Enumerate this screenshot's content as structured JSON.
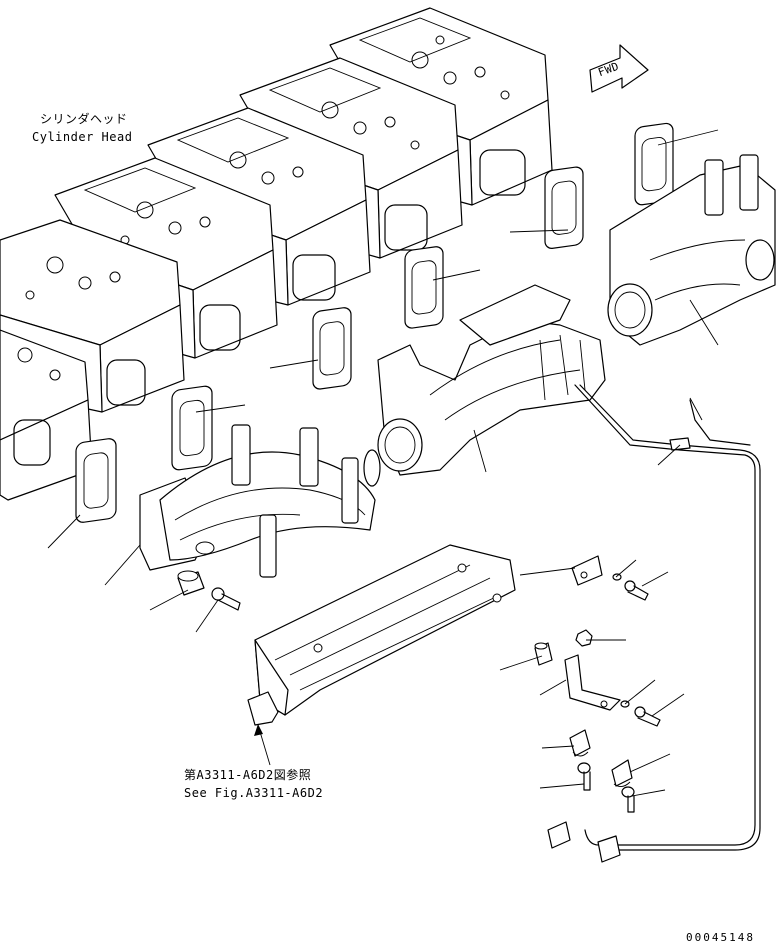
{
  "callouts": {
    "cylinder_head_jp": "シリンダヘッド",
    "cylinder_head_en": "Cylinder Head",
    "fwd": "FWD",
    "see_fig_jp": "第A3311-A6D2図参照",
    "see_fig_en": "See Fig.A3311-A6D2"
  },
  "drawing_number": "00045148",
  "colors": {
    "line": "#000000",
    "background": "#ffffff"
  }
}
